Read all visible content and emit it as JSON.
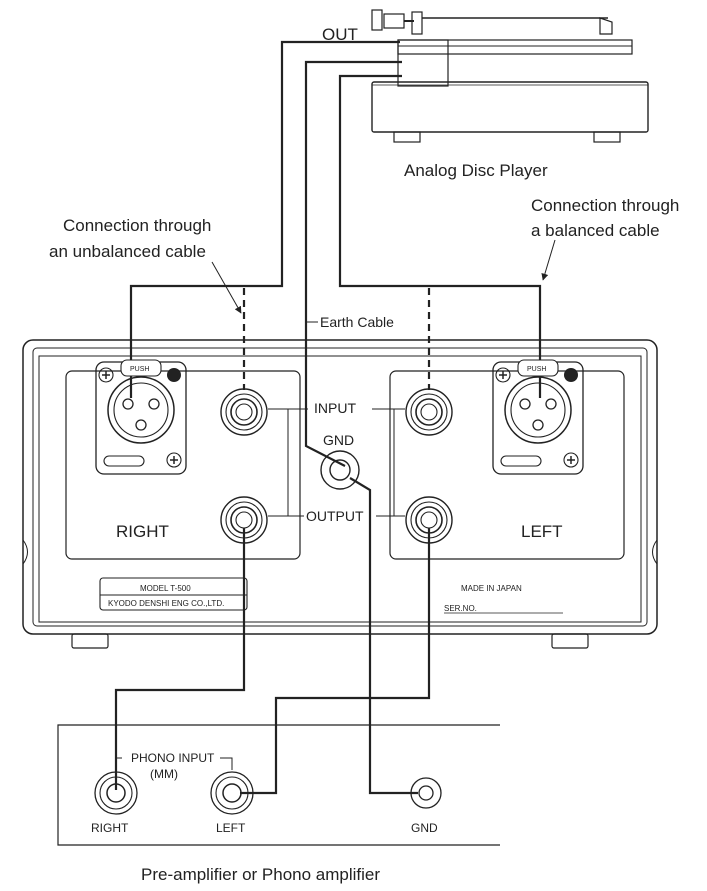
{
  "turntable": {
    "out_label": "OUT",
    "name": "Analog Disc Player"
  },
  "annotations": {
    "unbalanced": [
      "Connection through",
      "an unbalanced cable"
    ],
    "balanced": [
      "Connection through",
      "a balanced cable"
    ],
    "earth_cable": "Earth Cable"
  },
  "device": {
    "push_label": "PUSH",
    "input_label": "INPUT",
    "output_label": "OUTPUT",
    "gnd_label": "GND",
    "right_label": "RIGHT",
    "left_label": "LEFT",
    "model_line": "MODEL  T-500",
    "maker_line": "KYODO DENSHI ENG CO.,LTD.",
    "made_in": "MADE IN JAPAN",
    "serial_label": "SER.NO."
  },
  "amplifier": {
    "phono_input": "PHONO INPUT",
    "phono_mm": "(MM)",
    "right_label": "RIGHT",
    "left_label": "LEFT",
    "gnd_label": "GND",
    "name": "Pre-amplifier or Phono amplifier"
  }
}
